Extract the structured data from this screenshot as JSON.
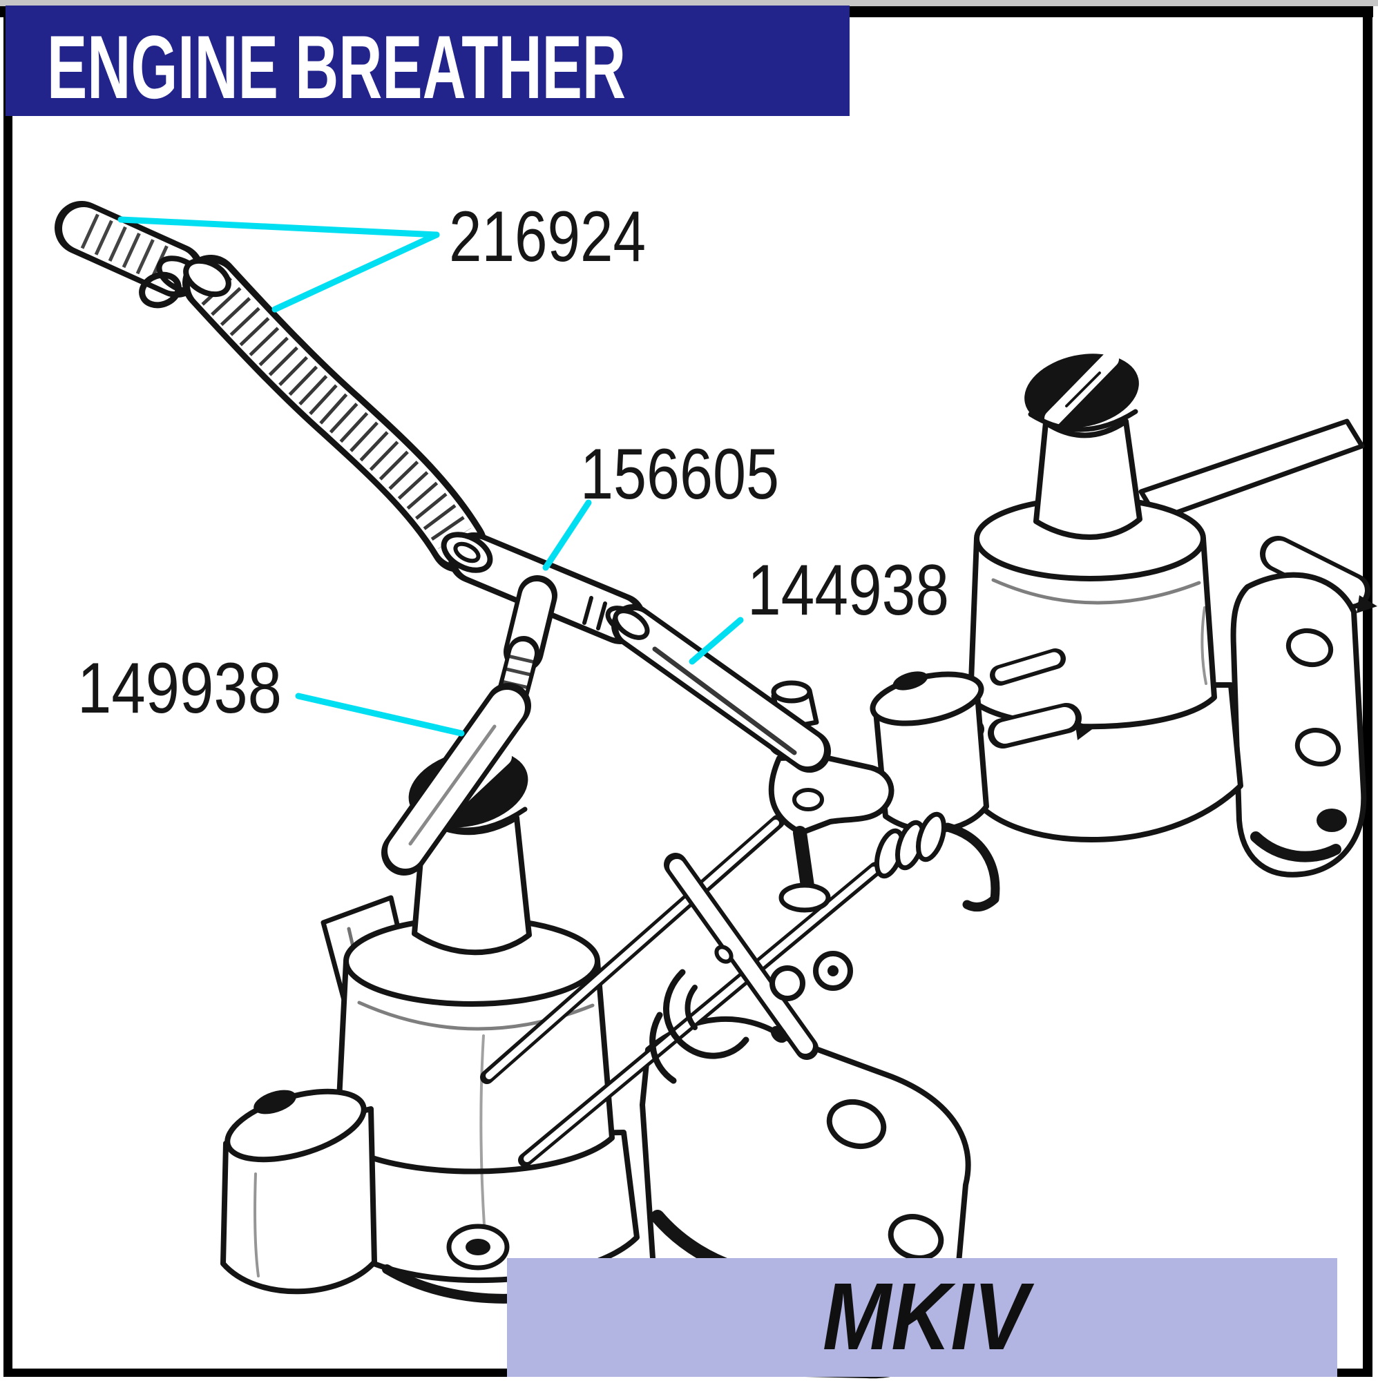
{
  "page": {
    "background": "#ffffff",
    "frame_color": "#000000",
    "top_strip_color": "#c6c6c6"
  },
  "header": {
    "title": "ENGINE BREATHER",
    "background": "#23238c",
    "text_color": "#ffffff"
  },
  "diagram": {
    "description": "Exploded line drawing of twin SU carburettors with engine breather hoses and T-piece connector",
    "line_color": "#141414",
    "leader_line_color": "#00dff2",
    "parts": [
      {
        "part_number": "216924"
      },
      {
        "part_number": "156605"
      },
      {
        "part_number": "144938"
      },
      {
        "part_number": "149938"
      }
    ]
  },
  "footer": {
    "variant": "MKIV",
    "background": "#b2b4e2",
    "text_color": "#101010"
  }
}
